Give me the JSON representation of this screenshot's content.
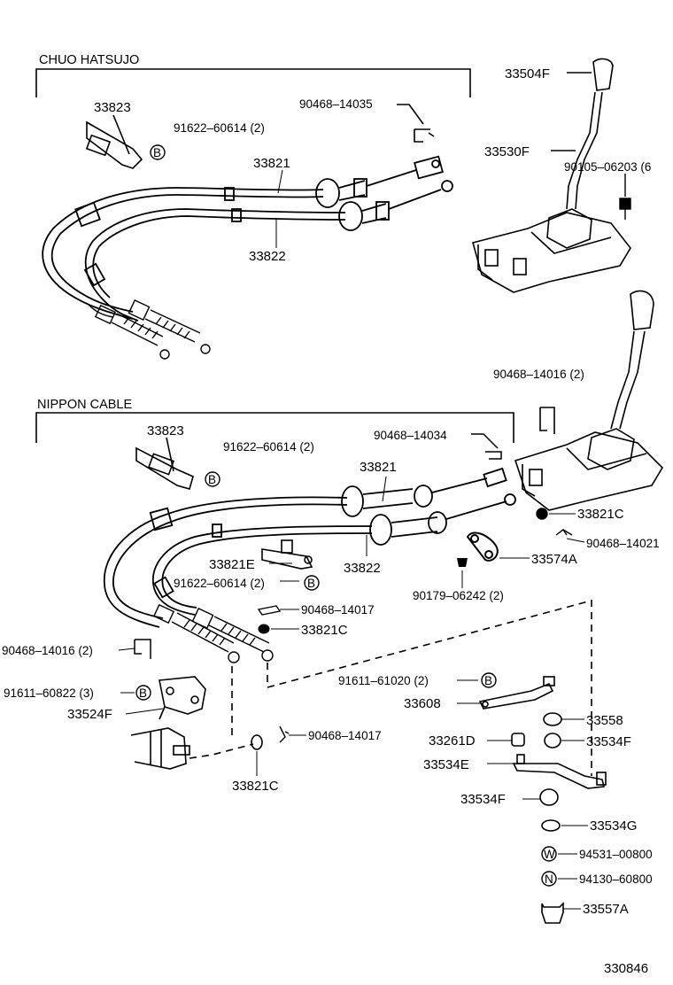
{
  "section_upper": {
    "title": "CHUO HATSUJO"
  },
  "section_lower": {
    "title": "NIPPON CABLE"
  },
  "labels": {
    "u_33823": "33823",
    "u_91622_60614_2": "91622–60614 (2)",
    "u_90468_14035": "90468–14035",
    "u_33821": "33821",
    "u_33822": "33822",
    "r_33504F": "33504F",
    "r_33530F": "33530F",
    "r_90105_06203": "90105–06203 (6",
    "r_90468_14016_2": "90468–14016 (2)",
    "l_33823": "33823",
    "l_91622_60614_2": "91622–60614 (2)",
    "l_90468_14034": "90468–14034",
    "l_33821": "33821",
    "l_33822": "33822",
    "l_33821E": "33821E",
    "l_91622_60614_2b": "91622–60614 (2)",
    "l_90468_14017a": "90468–14017",
    "l_33821C_a": "33821C",
    "l_33821C_r": "33821C",
    "l_90468_14021": "90468–14021",
    "l_33574A": "33574A",
    "l_90179_06242_2": "90179–06242 (2)",
    "l_90468_14016_2": "90468–14016 (2)",
    "l_91611_60822_3": "91611–60822 (3)",
    "l_33524F": "33524F",
    "l_91611_61020_2": "91611–61020 (2)",
    "l_33608": "33608",
    "l_33558": "33558",
    "l_33261D": "33261D",
    "l_33534F_a": "33534F",
    "l_33534E": "33534E",
    "l_33534F_b": "33534F",
    "l_33534G": "33534G",
    "l_94531_00800": "94531–00800",
    "l_94130_60800": "94130–60800",
    "l_33557A": "33557A",
    "l_90468_14017b": "90468–14017",
    "l_33821C_b": "33821C"
  },
  "markers": {
    "b": "B",
    "w": "W",
    "n": "N"
  },
  "figure_number": "330846"
}
